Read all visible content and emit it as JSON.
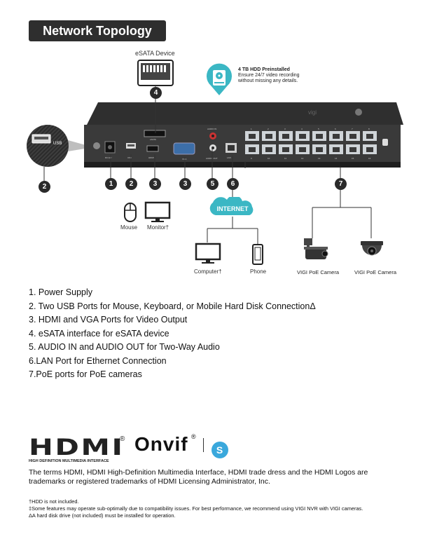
{
  "page_title": "Network Topology",
  "diagram": {
    "esata_device_label": "eSATA Device",
    "hdd_note_title": "4 TB HDD Preinstalled",
    "hdd_note_body_1": "Ensure 24/7 video recording",
    "hdd_note_body_2": "without missing any details.",
    "usb_label": "USB",
    "port_labels": {
      "power": "DC12V",
      "usb": "USB",
      "hdmi": "HDMI",
      "vga": "VGA",
      "esata": "eSATA",
      "audio_in": "AUDIO IN",
      "audio_out": "AUDIO OUT",
      "lan": "LAN"
    },
    "poe_top_numbers": [
      "1",
      "2",
      "3",
      "4",
      "5",
      "6",
      "7",
      "8"
    ],
    "poe_bottom_numbers": [
      "9",
      "10",
      "11",
      "12",
      "13",
      "14",
      "15",
      "16"
    ],
    "callouts": [
      "1",
      "2",
      "3",
      "3",
      "5",
      "6",
      "7",
      "4",
      "2"
    ],
    "internet_label": "INTERNET",
    "mouse_label": "Mouse",
    "monitor_label": "Monitor†",
    "computer_label": "Computer†",
    "phone_label": "Phone",
    "camera1_label": "VIGI PoE Camera",
    "camera2_label": "VIGI PoE Camera",
    "brand_text": "vigi"
  },
  "features": [
    "1. Power Supply",
    "2. Two USB Ports for Mouse, Keyboard, or Mobile Hard Disk ConnectionΔ",
    "3. HDMI and VGA Ports for Video Output",
    "4. eSATA interface  for eSATA device",
    "5. AUDIO IN and AUDIO OUT for Two-Way Audio",
    "6.LAN Port for Ethernet Connection",
    "7.PoE ports for PoE cameras"
  ],
  "logos": {
    "hdmi_word": "HDMI",
    "hdmi_reg": "®",
    "hdmi_sub": "HIGH DEFINITION MULTIMEDIA INTERFACE",
    "onvif_word": "Onvif",
    "onvif_reg": "®",
    "onvif_badge": "S"
  },
  "legal_text": "The terms HDMI, HDMI High-Definition Multimedia Interface, HDMI trade dress and the HDMI Logos are trademarks or registered trademarks of HDMI Licensing Administrator, Inc.",
  "footnotes": [
    "†HDD is not included.",
    "‡Some features may operate sub-optimally due to compatibility issues. For best performance, we recommend using VIGI NVR with VIGI cameras.",
    "ΔA hard disk drive (not included) must be installed for operation."
  ]
}
